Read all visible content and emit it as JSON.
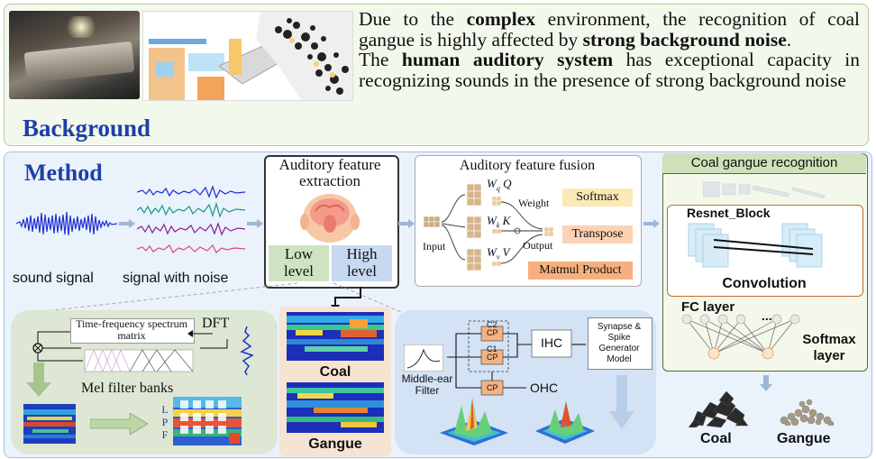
{
  "background": {
    "title": "Background",
    "text_line1_pre": "Due to the ",
    "text_line1_bold": "complex",
    "text_line1_post": " environment, the recognition of coal gangue is highly affected by ",
    "text_line2_bold": "strong background noise",
    "text_line2_post": ".",
    "text_line3_pre": "The ",
    "text_line3_bold": "human auditory system",
    "text_line3_post": " has exceptional capacity in recognizing sounds in the presence of strong background noise"
  },
  "method": {
    "title": "Method",
    "sound_signal_label": "sound signal",
    "signal_with_noise_label": "signal with noise",
    "feature_extraction": {
      "title": "Auditory feature extraction",
      "low_level": "Low level",
      "high_level": "High level"
    },
    "feature_fusion": {
      "title": "Auditory feature fusion",
      "input": "Input",
      "weight": "Weight",
      "output": "Output",
      "wq": "W",
      "wq_sub": "q",
      "q": "Q",
      "wk": "W",
      "wk_sub": "k",
      "k": "K",
      "wv": "W",
      "wv_sub": "v",
      "v": "V",
      "softmax": "Softmax",
      "transpose": "Transpose",
      "matmul": "Matmul Product"
    },
    "recognition": {
      "title": "Coal gangue recognition",
      "resnet_block": "Resnet_Block",
      "convolution": "Convolution",
      "fc_layer": "FC layer",
      "ellipsis": "...",
      "softmax_layer": "Softmax layer",
      "coal": "Coal",
      "gangue": "Gangue"
    },
    "low_level_detail": {
      "tf_matrix": "Time-frequency spectrum matrix",
      "dft": "DFT",
      "mel": "Mel filter banks",
      "lpf": [
        "L",
        "P",
        "F"
      ]
    },
    "spectrogram_labels": {
      "coal": "Coal",
      "gangue": "Gangue"
    },
    "high_level_detail": {
      "middle_ear": "Middle-ear Filter",
      "ihc": "IHC",
      "ohc": "OHC",
      "synapse": "Synapse & Spike Generator Model",
      "c2": "C2",
      "c1": "C1",
      "cp_top": "CP",
      "cp_mid": "CP",
      "cp_bottom": "CP"
    }
  },
  "colors": {
    "title_blue": "#1d3fa8",
    "low_level_green": "#cfe3c2",
    "high_level_blue": "#c7d9f1",
    "softmax_yellow": "#fce9b5",
    "transpose_orange": "#fbd2b3",
    "matmul_orange": "#f6b07f"
  }
}
